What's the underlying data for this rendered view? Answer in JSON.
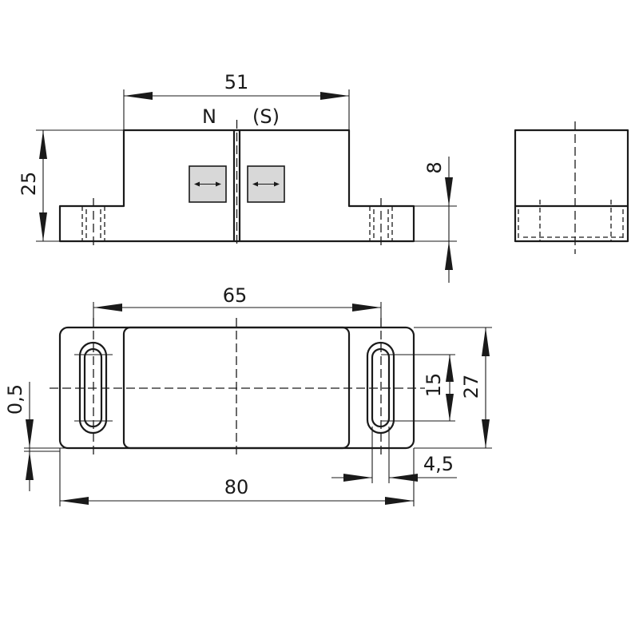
{
  "labels": {
    "pole_n": "N",
    "pole_s": "(S)"
  },
  "dimensions": {
    "top_width": "51",
    "height": "25",
    "flange": "8",
    "hole_spacing": "65",
    "slot_length": "15",
    "width": "27",
    "offset": "0,5",
    "length": "80",
    "slot_width": "4,5"
  }
}
